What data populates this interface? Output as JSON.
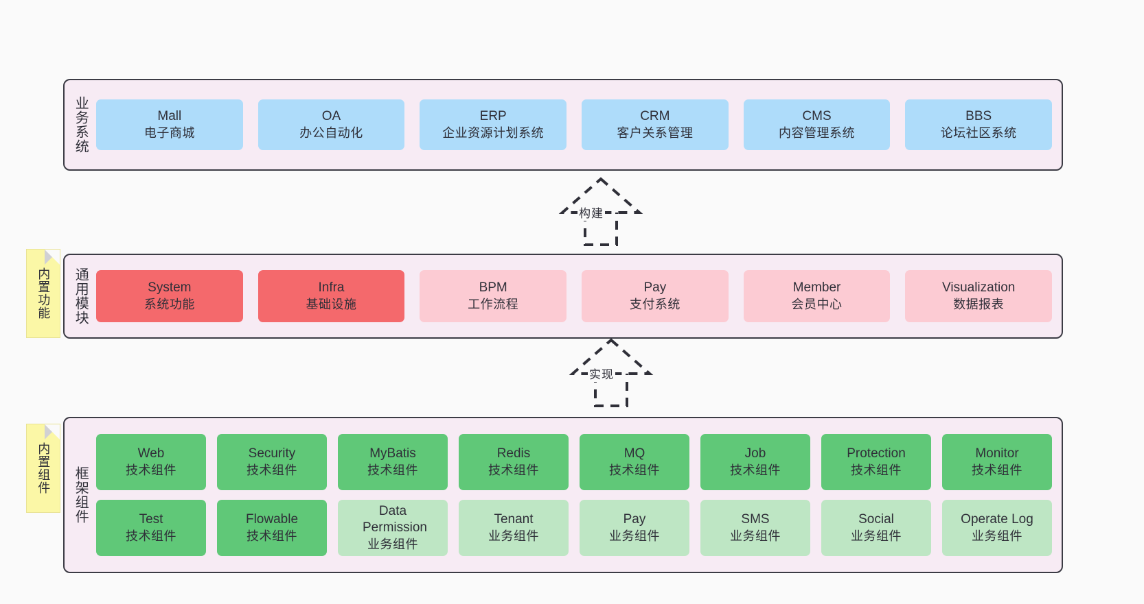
{
  "canvas": {
    "background": "#FAFAFA"
  },
  "palette": {
    "panel_bg": "#F7EBF4",
    "panel_border": "#3b3b44",
    "blue": "#AEDCFA",
    "red": "#F4696C",
    "pink": "#FCCBD3",
    "green": "#60C878",
    "light_green": "#BEE6C4",
    "note_yellow": "#FBF7A6",
    "text": "#2f2f38"
  },
  "layers": [
    {
      "id": "business-systems",
      "title": "业务系统",
      "rows": [
        [
          {
            "en": "Mall",
            "cn": "电子商城",
            "color": "blue"
          },
          {
            "en": "OA",
            "cn": "办公自动化",
            "color": "blue"
          },
          {
            "en": "ERP",
            "cn": "企业资源计划系统",
            "color": "blue"
          },
          {
            "en": "CRM",
            "cn": "客户关系管理",
            "color": "blue"
          },
          {
            "en": "CMS",
            "cn": "内容管理系统",
            "color": "blue"
          },
          {
            "en": "BBS",
            "cn": "论坛社区系统",
            "color": "blue"
          }
        ]
      ]
    },
    {
      "id": "common-modules",
      "title": "通用模块",
      "note": "内置功能",
      "rows": [
        [
          {
            "en": "System",
            "cn": "系统功能",
            "color": "red"
          },
          {
            "en": "Infra",
            "cn": "基础设施",
            "color": "red"
          },
          {
            "en": "BPM",
            "cn": "工作流程",
            "color": "pink"
          },
          {
            "en": "Pay",
            "cn": "支付系统",
            "color": "pink"
          },
          {
            "en": "Member",
            "cn": "会员中心",
            "color": "pink"
          },
          {
            "en": "Visualization",
            "cn": "数据报表",
            "color": "pink"
          }
        ]
      ]
    },
    {
      "id": "framework-components",
      "title": "框架组件",
      "note": "内置组件",
      "rows": [
        [
          {
            "en": "Web",
            "cn": "技术组件",
            "color": "green"
          },
          {
            "en": "Security",
            "cn": "技术组件",
            "color": "green"
          },
          {
            "en": "MyBatis",
            "cn": "技术组件",
            "color": "green"
          },
          {
            "en": "Redis",
            "cn": "技术组件",
            "color": "green"
          },
          {
            "en": "MQ",
            "cn": "技术组件",
            "color": "green"
          },
          {
            "en": "Job",
            "cn": "技术组件",
            "color": "green"
          },
          {
            "en": "Protection",
            "cn": "技术组件",
            "color": "green"
          },
          {
            "en": "Monitor",
            "cn": "技术组件",
            "color": "green"
          }
        ],
        [
          {
            "en": "Test",
            "cn": "技术组件",
            "color": "green"
          },
          {
            "en": "Flowable",
            "cn": "技术组件",
            "color": "green"
          },
          {
            "en": "Data Permission",
            "cn": "业务组件",
            "color": "light_green"
          },
          {
            "en": "Tenant",
            "cn": "业务组件",
            "color": "light_green"
          },
          {
            "en": "Pay",
            "cn": "业务组件",
            "color": "light_green"
          },
          {
            "en": "SMS",
            "cn": "业务组件",
            "color": "light_green"
          },
          {
            "en": "Social",
            "cn": "业务组件",
            "color": "light_green"
          },
          {
            "en": "Operate Log",
            "cn": "业务组件",
            "color": "light_green"
          }
        ]
      ]
    }
  ],
  "connectors": [
    {
      "id": "build",
      "label": "构建",
      "from": "common-modules",
      "to": "business-systems"
    },
    {
      "id": "implement",
      "label": "实现",
      "from": "framework-components",
      "to": "common-modules"
    }
  ]
}
